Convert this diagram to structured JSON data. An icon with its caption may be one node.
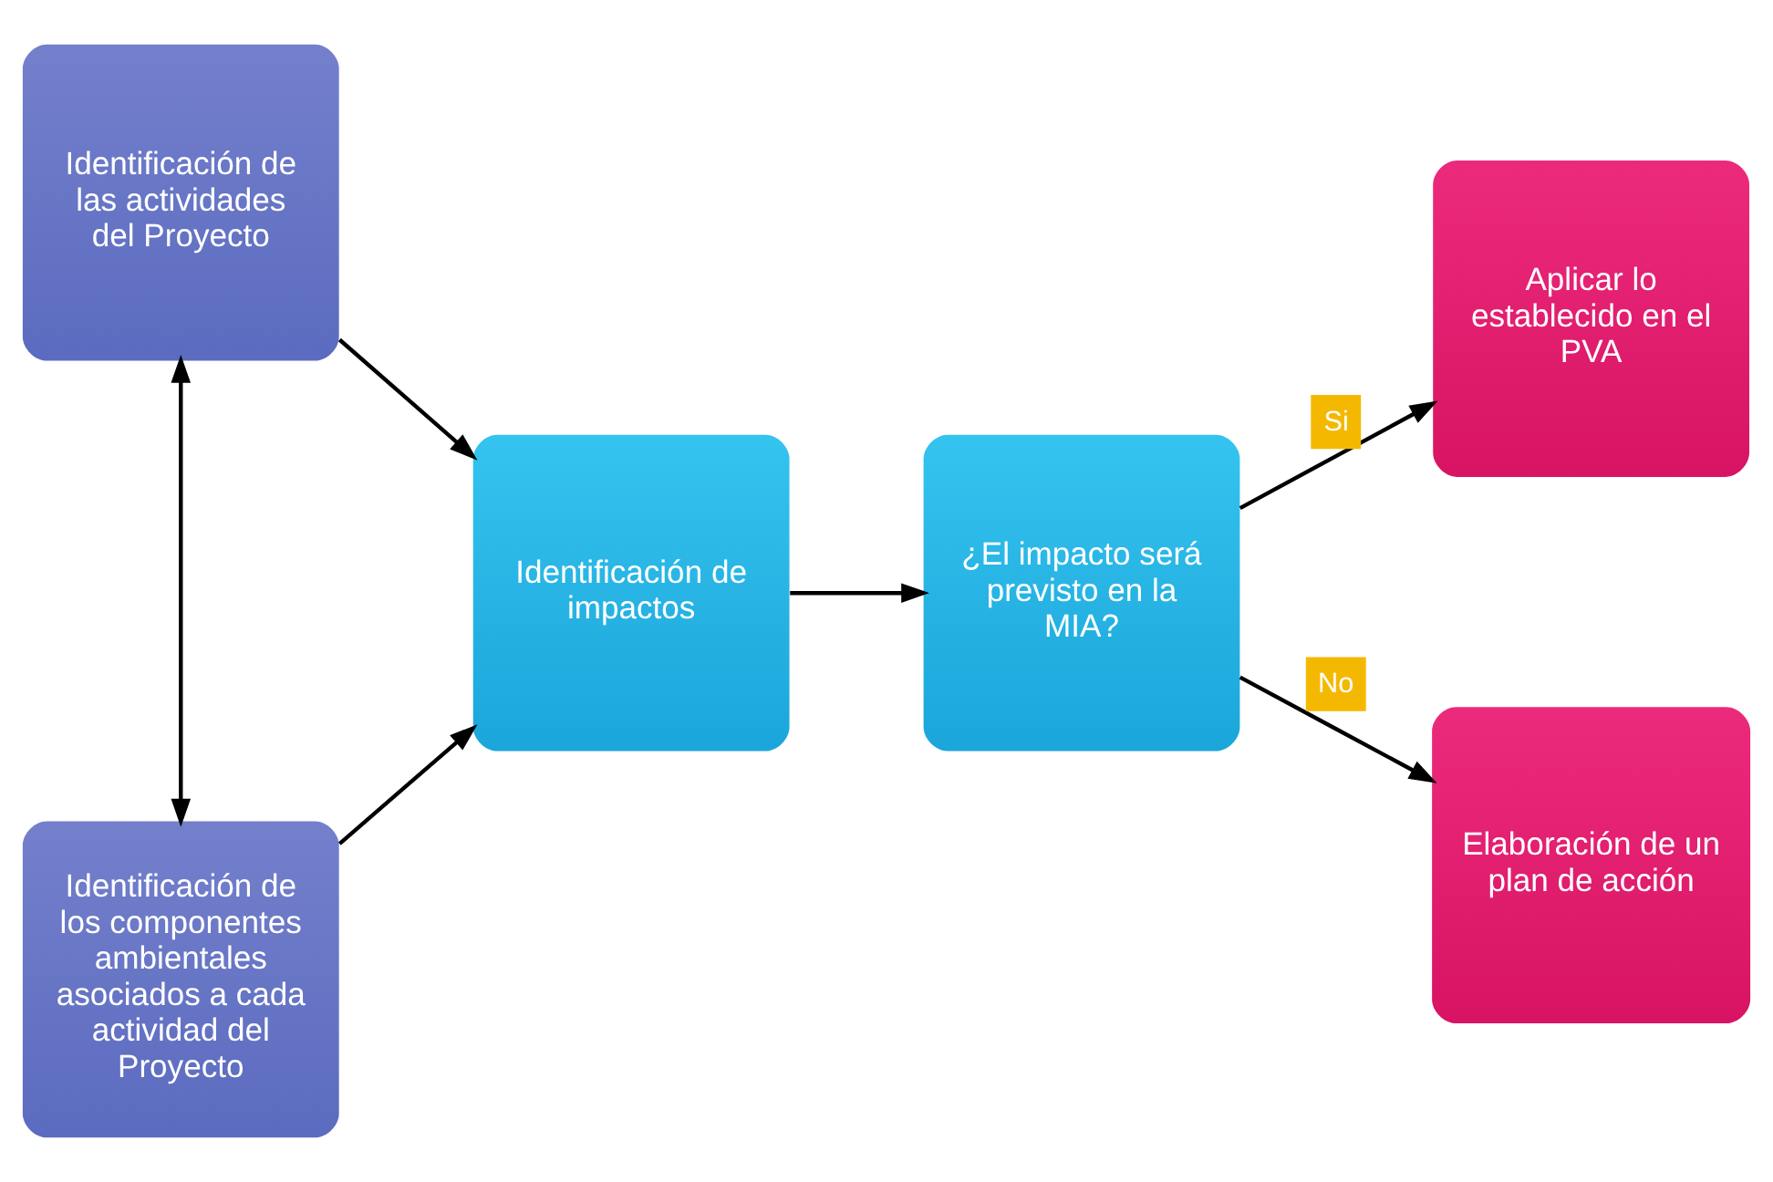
{
  "diagram": {
    "nodes": [
      {
        "text": [
          "Identificación de las actividades del Proyecto"
        ]
      },
      {
        "text": [
          "Identificación de los componentes ambientales asociados a cada actividad del Proyecto"
        ]
      },
      {
        "text": [
          "Identificación de impactos"
        ]
      },
      {
        "text": [
          "¿El impacto será previsto en la MIA?"
        ]
      },
      {
        "text": [
          "Aplicar lo establecido en el PVA"
        ]
      },
      {
        "text": [
          "Elaboración de un plan de acción"
        ]
      }
    ],
    "edges": [
      {
        "from": 0,
        "to": 2,
        "arrow": "to"
      },
      {
        "from": 1,
        "to": 2,
        "arrow": "to"
      },
      {
        "from": 0,
        "to": 1,
        "arrow": "both"
      },
      {
        "from": 2,
        "to": 3,
        "arrow": "to"
      },
      {
        "from": 3,
        "to": 4,
        "arrow": "to",
        "label": "Si"
      },
      {
        "from": 3,
        "to": 5,
        "arrow": "to",
        "label": "No"
      }
    ]
  }
}
